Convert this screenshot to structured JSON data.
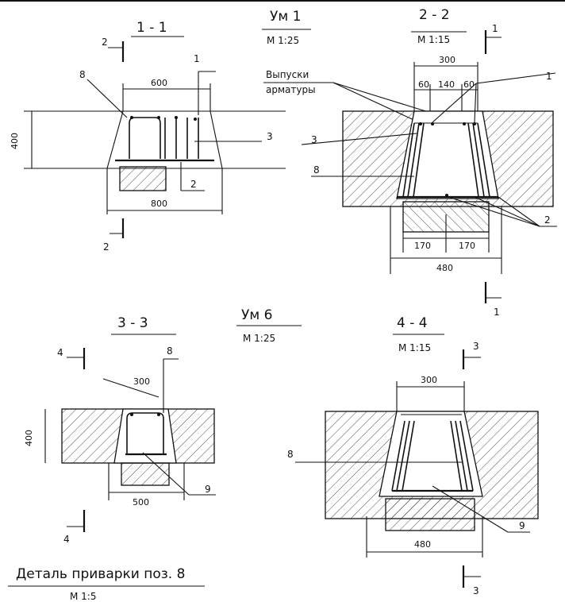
{
  "sections": {
    "s11": {
      "title": "1 - 1",
      "cut_left_top": "2",
      "cut_left_bottom": "2",
      "cut_right_top": "1",
      "dim_width_top": "600",
      "dim_width_bottom": "800",
      "dim_height": "400",
      "label_8": "8",
      "label_3": "3",
      "label_2": "2"
    },
    "um1": {
      "title": "Ум 1",
      "scale": "М 1:25"
    },
    "s22": {
      "title": "2 - 2",
      "scale": "М 1:15",
      "cut_top": "1",
      "cut_bottom": "1",
      "note_line1": "Выпуски",
      "note_line2": "арматуры",
      "dim_300": "300",
      "dim_60a": "60",
      "dim_140": "140",
      "dim_60b": "60",
      "dim_170a": "170",
      "dim_170b": "170",
      "dim_480": "480",
      "label_1": "1",
      "label_3": "3",
      "label_8": "8",
      "label_2": "2"
    },
    "s33": {
      "title": "3 - 3",
      "cut_top": "4",
      "cut_bottom": "4",
      "dim_300": "300",
      "dim_400": "400",
      "dim_500": "500",
      "label_8": "8",
      "label_9": "9"
    },
    "um6": {
      "title": "Ум 6",
      "scale": "М 1:25"
    },
    "s44": {
      "title": "4 - 4",
      "scale": "М 1:15",
      "cut_top": "3",
      "cut_bottom": "3",
      "dim_300": "300",
      "dim_480": "480",
      "label_8": "8",
      "label_9": "9"
    },
    "detail": {
      "title": "Деталь приварки поз. 8",
      "scale": "М 1:5"
    }
  }
}
